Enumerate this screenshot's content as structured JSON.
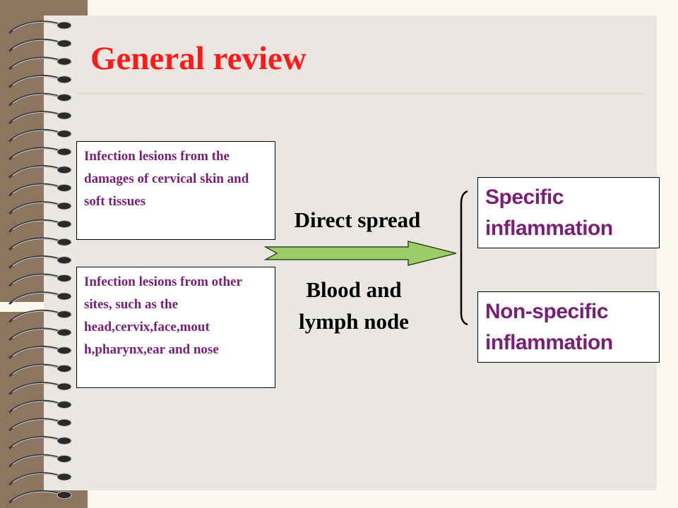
{
  "slide": {
    "title": "General review"
  },
  "sources": [
    {
      "text": "Infection lesions from the damages of cervical skin and soft tissues"
    },
    {
      "text": "Infection lesions from other sites, such as the head,cervix,face,mout h,pharynx,ear and nose"
    }
  ],
  "routes": {
    "direct": "Direct spread",
    "blood_line1": "Blood and",
    "blood_line2": "lymph node"
  },
  "results": [
    {
      "text": "Specific inflammation"
    },
    {
      "text": "Non-specific inflammation"
    }
  ],
  "colors": {
    "title": "#ff1a1a",
    "box_text": "#7a1e78",
    "arrow_fill": "#9ccc6a",
    "binder": "#8c7660",
    "panel": "#eae6e1"
  }
}
